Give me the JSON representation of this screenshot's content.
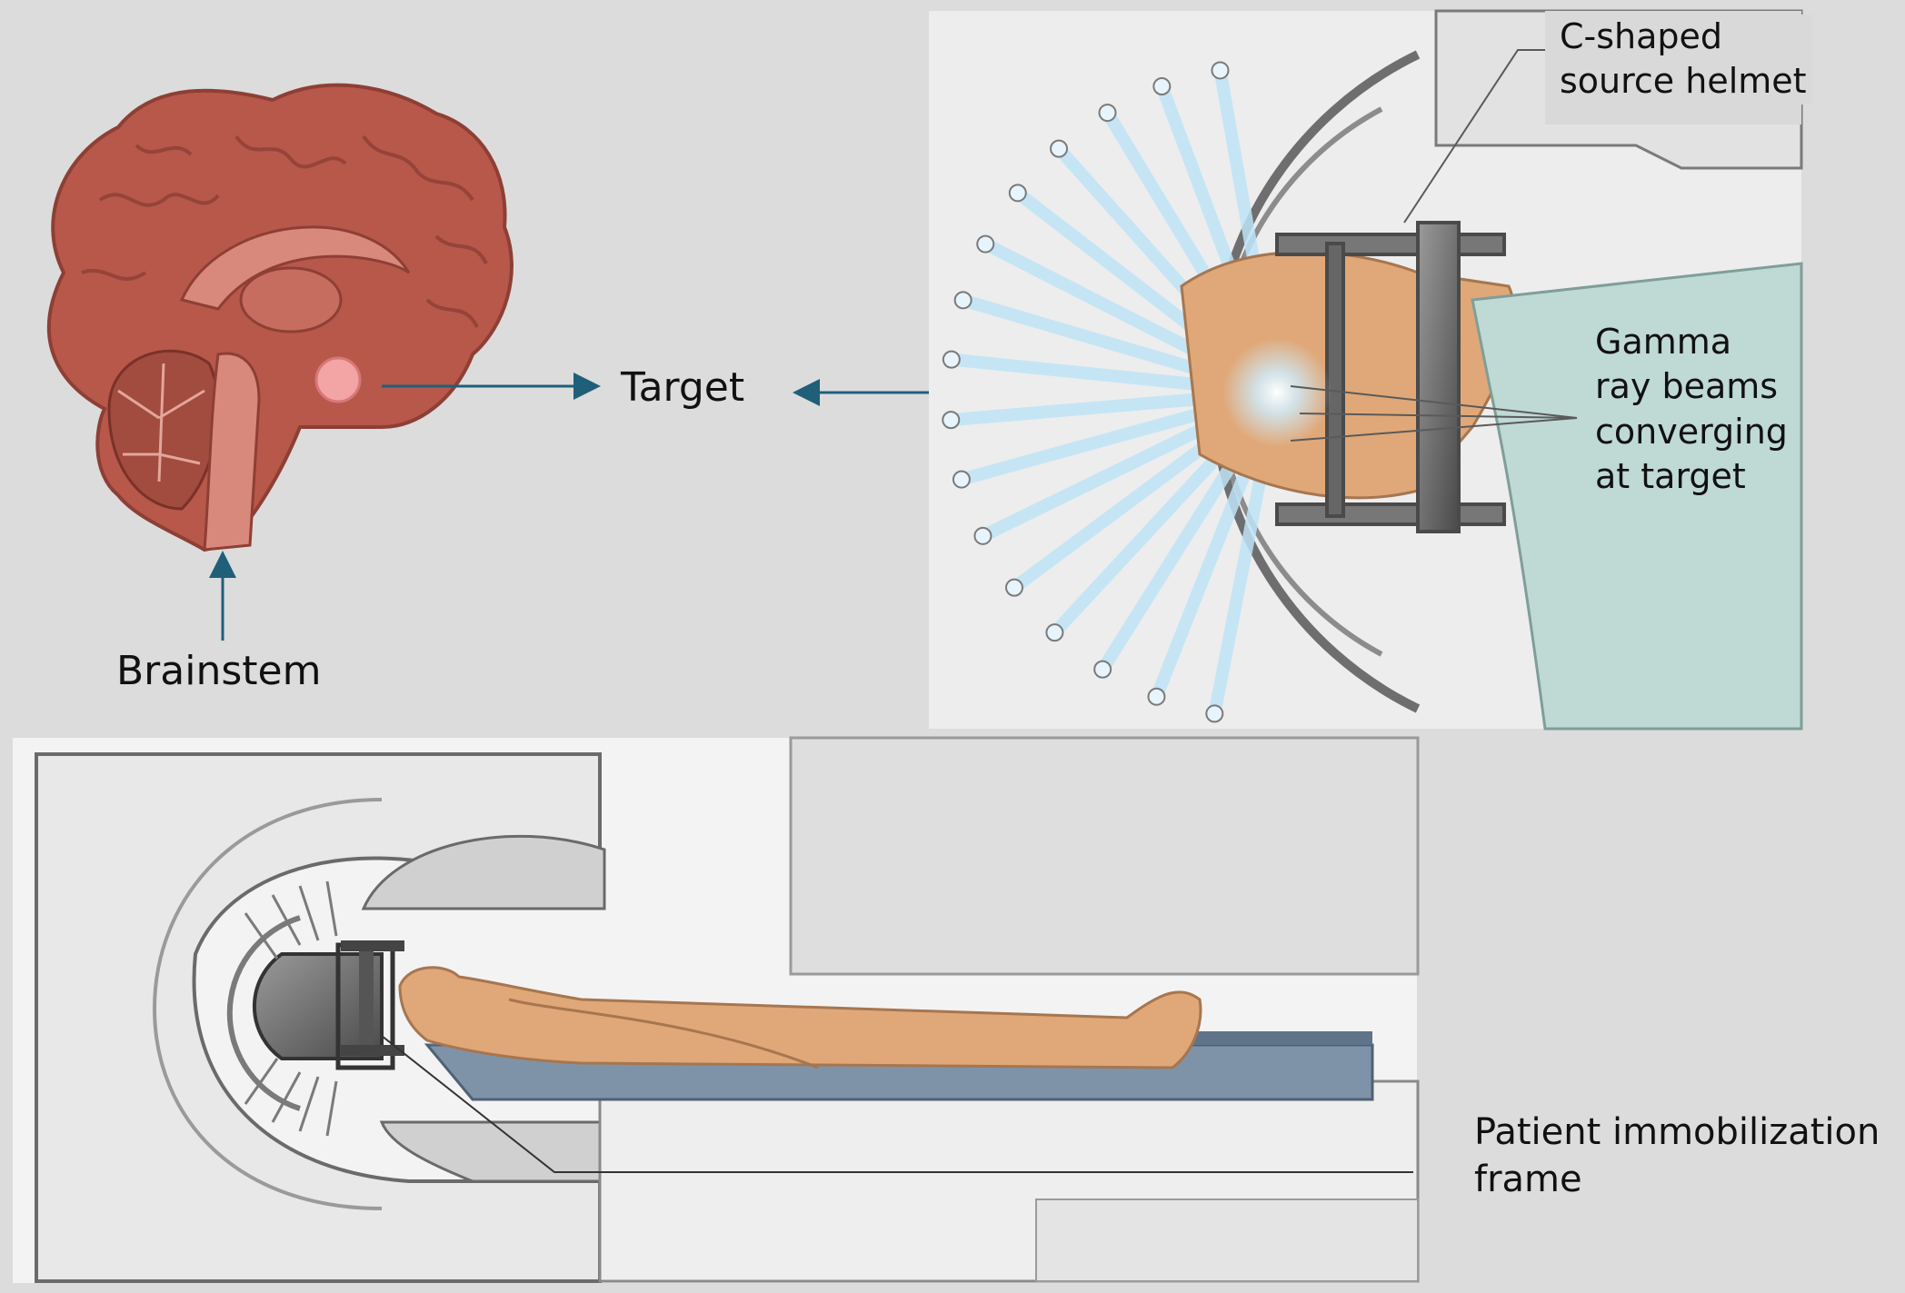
{
  "labels": {
    "target": "Target",
    "brainstem": "Brainstem",
    "helmet": [
      "C-shaped",
      "source helmet"
    ],
    "beams": [
      "Gamma",
      "ray beams",
      "converging",
      "at target"
    ],
    "frame": [
      "Patient immobilization",
      "frame"
    ]
  },
  "colors": {
    "background": "#dcdcdc",
    "arrow": "#1f5f7a",
    "brain": "#b7584b",
    "target_lesion": "#f3a4a4",
    "beam": "#bfe4f7",
    "machine": "#eeeeee",
    "skin": "#e0a878"
  }
}
